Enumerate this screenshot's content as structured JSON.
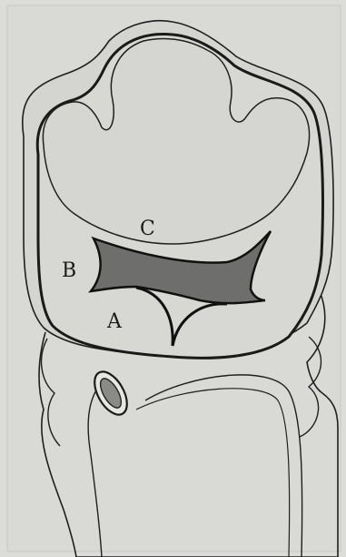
{
  "labels": {
    "a": "A",
    "b": "B",
    "c": "C"
  },
  "colors": {
    "paper": "#dcdcd8",
    "paper_shadow": "#cfcfcb",
    "outline": "#1f1f1f",
    "dark_region": "#6e6e6c",
    "inner_region": "#d7d7d3"
  }
}
